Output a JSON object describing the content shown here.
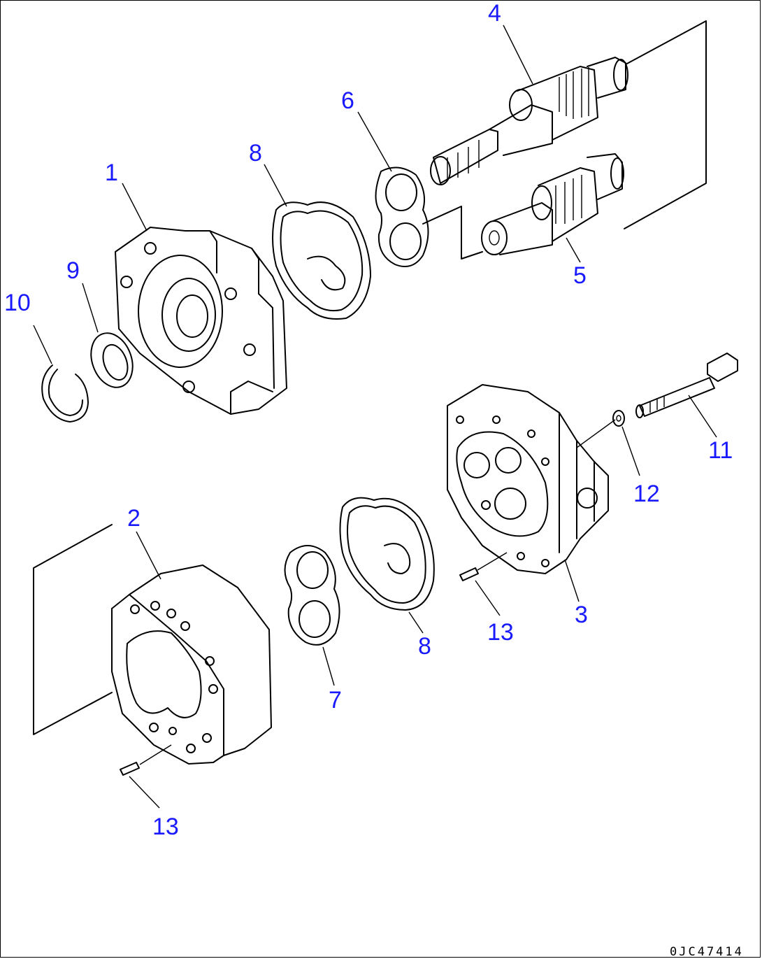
{
  "diagram": {
    "drawing_code": "0JC47414",
    "callouts": {
      "c1": "1",
      "c2": "2",
      "c3": "3",
      "c4": "4",
      "c5": "5",
      "c6": "6",
      "c7": "7",
      "c8a": "8",
      "c8b": "8",
      "c9": "9",
      "c10": "10",
      "c11": "11",
      "c12": "12",
      "c13a": "13",
      "c13b": "13"
    },
    "colors": {
      "callout": "#1a1aff",
      "line": "#000000",
      "background": "#ffffff"
    }
  }
}
